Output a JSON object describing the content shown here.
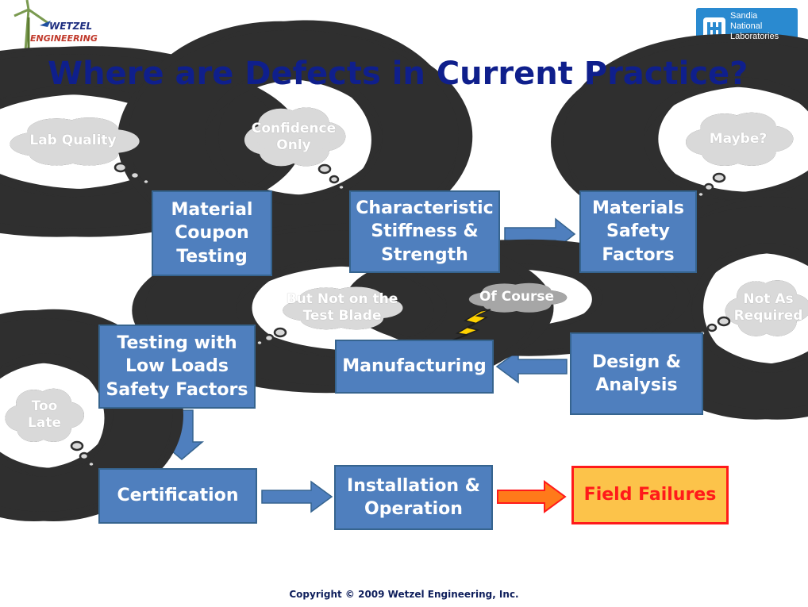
{
  "title": "Where are Defects in Current Practice?",
  "logo_wetzel": {
    "line1": "WETZEL",
    "line2": "ENGINEERING"
  },
  "logo_sandia": {
    "line1": "Sandia",
    "line2": "National",
    "line3": "Laboratories"
  },
  "copyright": "Copyright © 2009 Wetzel Engineering, Inc.",
  "boxes": {
    "material_coupon_testing": "Material\nCoupon\nTesting",
    "characteristic_stiffness": "Characteristic\nStiffness &\nStrength",
    "materials_safety_factors": "Materials\nSafety\nFactors",
    "design_analysis": "Design &\nAnalysis",
    "manufacturing": "Manufacturing",
    "testing_low_loads": "Testing with\nLow Loads\nSafety Factors",
    "certification": "Certification",
    "installation_operation": "Installation &\nOperation",
    "field_failures": "Field Failures"
  },
  "clouds": {
    "lab_quality": "Lab Quality",
    "confidence_only": "Confidence\nOnly",
    "maybe": "Maybe?",
    "not_as_required": "Not As\nRequired",
    "of_course": "Of Course",
    "but_not_on_test_blade": "But Not on the\nTest Blade",
    "too_late": "Too\nLate"
  },
  "colors": {
    "title": "#0f1f8c",
    "box_fill": "#4f7fbe",
    "box_border": "#36648f",
    "cloud_fill": "#d9d9d9",
    "cloud_dark_fill": "#a6a6a6",
    "failure_fill": "#fcc34a",
    "failure_border": "#ff1a1a",
    "lightning": "#ffd200"
  }
}
